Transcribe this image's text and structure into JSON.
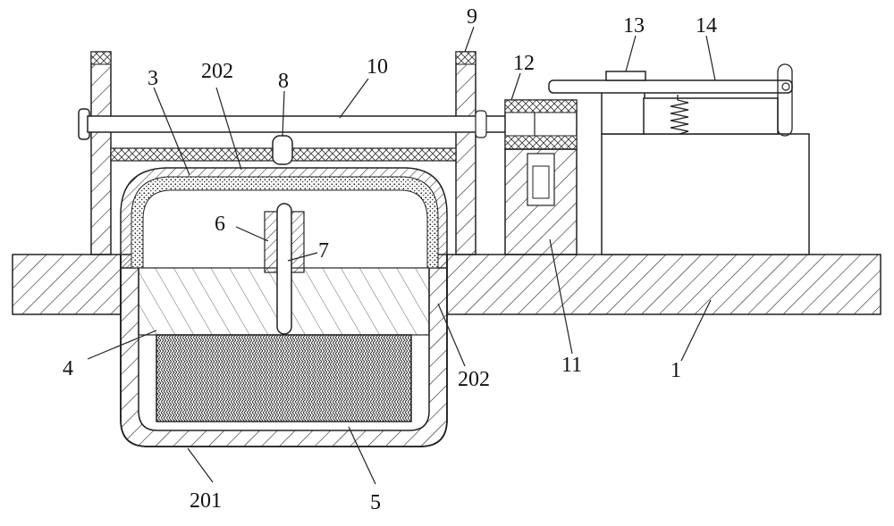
{
  "figure": {
    "type": "mechanical-cross-section",
    "line_color": "#222222",
    "background": "#ffffff"
  },
  "labels": {
    "l1": "1",
    "l201": "201",
    "l202_top": "202",
    "l202_right": "202",
    "l3": "3",
    "l4": "4",
    "l5": "5",
    "l6": "6",
    "l7": "7",
    "l8": "8",
    "l9": "9",
    "l10": "10",
    "l11": "11",
    "l12": "12",
    "l13": "13",
    "l14": "14"
  }
}
